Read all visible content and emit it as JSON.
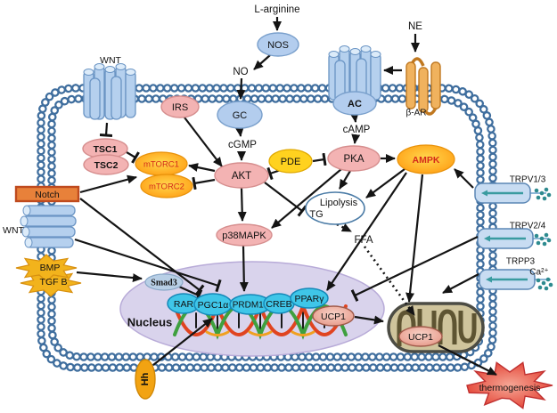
{
  "labels": {
    "l_arginine": "L-arginine",
    "nos": "NOS",
    "no": "NO",
    "gc": "GC",
    "cgmp": "cGMP",
    "irs": "IRS",
    "wnt_top": "WNT",
    "tsc1": "TSC1",
    "tsc2": "TSC2",
    "mtorc1": "mTORC1",
    "mtorc2": "mTORC2",
    "akt": "AKT",
    "pde": "PDE",
    "pka": "PKA",
    "camp": "cAMP",
    "ac": "AC",
    "ne": "NE",
    "beta_ar": "β-AR",
    "ampk": "AMPK",
    "trpv13": "TRPV1/3",
    "trpv24": "TRPV2/4",
    "trpp3": "TRPP3",
    "ca": "Ca²⁺",
    "notch": "Notch",
    "wnt_left": "WNT",
    "bmp": "BMP",
    "tgfb": "TGF B",
    "smad3": "Smad3",
    "p38mapk": "p38MAPK",
    "lipolysis": "Lipolysis",
    "tg": "TG",
    "ffa": "FFA",
    "nucleus": "Nucleus",
    "rar": "RAR",
    "pgc1a": "PGC1α",
    "prdm16": "PRDM16",
    "creb": "CREB",
    "pparg": "PPARγ",
    "ucp1": "UCP1",
    "hh": "Hh",
    "thermogenesis": "thermogenesis"
  },
  "colors": {
    "membrane": "#3f6e9e",
    "node_pink": "#f3b3b3",
    "node_blue": "#b3cdee",
    "node_cyan": "#3fc6e8",
    "node_orange": "#ff9b12",
    "node_yellow": "#ffd21f",
    "nucleus_fill": "#d9d3ec",
    "notch_fill": "#e8813a",
    "burst_yellow": "#f2b31c",
    "thermo_red": "#e33c2e",
    "red_text": "#d42a1a",
    "mito_fill": "#cfc49c"
  },
  "edges": [
    {
      "from": "L-arginine",
      "to": "NOS",
      "type": "activation"
    },
    {
      "from": "NOS",
      "to": "NO",
      "type": "activation"
    },
    {
      "from": "NO",
      "to": "GC",
      "type": "activation"
    },
    {
      "from": "GC",
      "to": "cGMP",
      "type": "activation"
    },
    {
      "from": "cGMP",
      "to": "AKT",
      "type": "activation"
    },
    {
      "from": "IRS",
      "to": "AKT",
      "type": "activation"
    },
    {
      "from": "NE",
      "to": "β-AR",
      "type": "activation"
    },
    {
      "from": "β-AR",
      "to": "AC",
      "type": "activation"
    },
    {
      "from": "AC",
      "to": "cAMP",
      "type": "activation"
    },
    {
      "from": "cAMP",
      "to": "PKA",
      "type": "activation"
    },
    {
      "from": "PDE",
      "to": "PKA",
      "type": "inhibition"
    },
    {
      "from": "PDE",
      "to": "AKT",
      "type": "inhibition"
    },
    {
      "from": "PKA",
      "to": "AMPK",
      "type": "activation"
    },
    {
      "from": "PKA",
      "to": "Lipolysis",
      "type": "activation"
    },
    {
      "from": "PKA",
      "to": "p38MAPK",
      "type": "activation"
    },
    {
      "from": "WNT",
      "to": "TSC1/TSC2",
      "type": "inhibition"
    },
    {
      "from": "TSC1/TSC2",
      "to": "mTORC1",
      "type": "inhibition"
    },
    {
      "from": "AKT",
      "to": "mTORC1",
      "type": "activation"
    },
    {
      "from": "AKT",
      "to": "mTORC2",
      "type": "inhibition"
    },
    {
      "from": "Notch",
      "to": "mTORC2",
      "type": "activation"
    },
    {
      "from": "Notch",
      "to": "PGC1α",
      "type": "inhibition"
    },
    {
      "from": "WNT",
      "to": "PGC1α",
      "type": "inhibition"
    },
    {
      "from": "BMP/TGF B",
      "to": "Smad3",
      "type": "activation"
    },
    {
      "from": "Smad3",
      "to": "PGC1α",
      "type": "inhibition"
    },
    {
      "from": "Hh",
      "to": "PGC1α",
      "type": "activation"
    },
    {
      "from": "AKT",
      "to": "p38MAPK",
      "type": "activation"
    },
    {
      "from": "AKT",
      "to": "TG",
      "type": "inhibition"
    },
    {
      "from": "p38MAPK",
      "to": "PRDM16",
      "type": "activation"
    },
    {
      "from": "AMPK",
      "to": "Lipolysis",
      "type": "activation"
    },
    {
      "from": "AMPK",
      "to": "PPARγ",
      "type": "activation"
    },
    {
      "from": "AMPK",
      "to": "mitochondria",
      "type": "activation"
    },
    {
      "from": "TRPV1/3",
      "to": "AMPK",
      "type": "activation"
    },
    {
      "from": "TRPV2/4",
      "to": "UCP1",
      "type": "inhibition"
    },
    {
      "from": "TRPP3",
      "to": "mitochondria",
      "type": "activation"
    },
    {
      "from": "TG",
      "to": "FFA",
      "type": "dotted"
    },
    {
      "from": "FFA",
      "to": "mitochondria",
      "type": "dotted"
    },
    {
      "from": "UCP1(nucleus)",
      "to": "mitochondria",
      "type": "activation"
    },
    {
      "from": "UCP1",
      "to": "thermogenesis",
      "type": "activation"
    }
  ]
}
